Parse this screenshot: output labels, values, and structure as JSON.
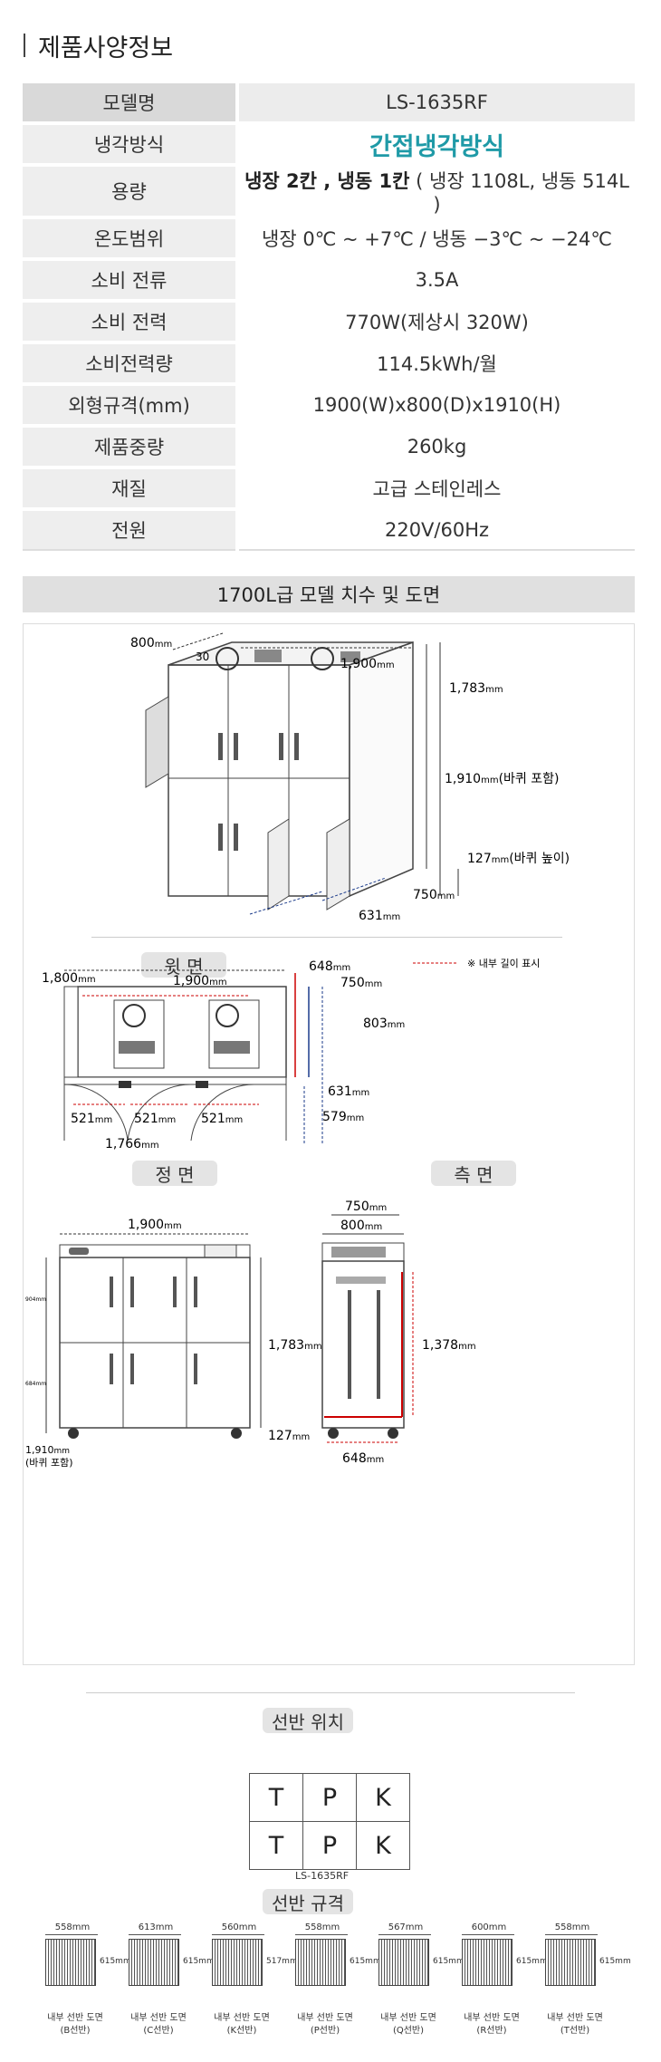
{
  "header": {
    "title": "제품사양정보"
  },
  "spec": {
    "rows": [
      {
        "label": "모델명",
        "value": "LS-1635RF"
      },
      {
        "label": "냉각방식",
        "value": "간접냉각방식"
      },
      {
        "label": "용량",
        "value_bold": "냉장 2칸 , 냉동 1칸",
        "value_rest": " ( 냉장 1108L, 냉동 514L )"
      },
      {
        "label": "온도범위",
        "value": "냉장 0℃ ~ +7℃ / 냉동 −3℃ ~ −24℃"
      },
      {
        "label": "소비 전류",
        "value": "3.5A"
      },
      {
        "label": "소비 전력",
        "value": "770W(제상시 320W)"
      },
      {
        "label": "소비전력량",
        "value": "114.5kWh/월"
      },
      {
        "label": "외형규격(mm)",
        "value": "1900(W)x800(D)x1910(H)"
      },
      {
        "label": "제품중량",
        "value": "260kg"
      },
      {
        "label": "재질",
        "value": "고급 스테인레스"
      },
      {
        "label": "전원",
        "value": "220V/60Hz"
      }
    ]
  },
  "drawing": {
    "title": "1700L급 모델 치수 및 도면",
    "iso": {
      "w": "800",
      "mm": "mm",
      "len": "1,900",
      "h1": "1,783",
      "h2": "1,910",
      "h2_note": "(바퀴 포함)",
      "wheel": "127",
      "wheel_note": "(바퀴 높이)",
      "d1": "750",
      "d2": "631",
      "num": "30"
    },
    "top": {
      "label": "윗 면",
      "legend": "※ 내부 길이 표시",
      "w_outer": "1,800",
      "w_inner": "1,900",
      "d648": "648",
      "d750": "750",
      "d803": "803",
      "s1": "521",
      "s2": "521",
      "s3": "521",
      "d631": "631",
      "d579": "579",
      "arc": "1,766",
      "mm": "mm"
    },
    "front": {
      "label": "정 면",
      "w": "1,900",
      "h": "1,783",
      "wheel": "127",
      "tiny1": "904mm",
      "tiny2": "684mm",
      "total": "1,910",
      "total_note": "(바퀴 포함)",
      "mm": "mm"
    },
    "side": {
      "label": "측 면",
      "d1": "750",
      "d2": "800",
      "h": "1,378",
      "depth": "648",
      "mm": "mm"
    }
  },
  "shelf_pos": {
    "title": "선반 위치",
    "rows": [
      [
        "T",
        "P",
        "K"
      ],
      [
        "T",
        "P",
        "K"
      ]
    ],
    "model": "LS-1635RF"
  },
  "shelf_spec": {
    "title": "선반 규격",
    "items": [
      {
        "w": "558mm",
        "h": "615mm",
        "cap1": "내부 선반 도면",
        "cap2": "(B선반)"
      },
      {
        "w": "613mm",
        "h": "615mm",
        "cap1": "내부 선반 도면",
        "cap2": "(C선반)"
      },
      {
        "w": "560mm",
        "h": "517mm",
        "cap1": "내부 선반 도면",
        "cap2": "(K선반)"
      },
      {
        "w": "558mm",
        "h": "615mm",
        "cap1": "내부 선반 도면",
        "cap2": "(P선반)"
      },
      {
        "w": "567mm",
        "h": "615mm",
        "cap1": "내부 선반 도면",
        "cap2": "(Q선반)"
      },
      {
        "w": "600mm",
        "h": "615mm",
        "cap1": "내부 선반 도면",
        "cap2": "(R선반)"
      },
      {
        "w": "558mm",
        "h": "615mm",
        "cap1": "내부 선반 도면",
        "cap2": "(T선반)"
      }
    ]
  }
}
